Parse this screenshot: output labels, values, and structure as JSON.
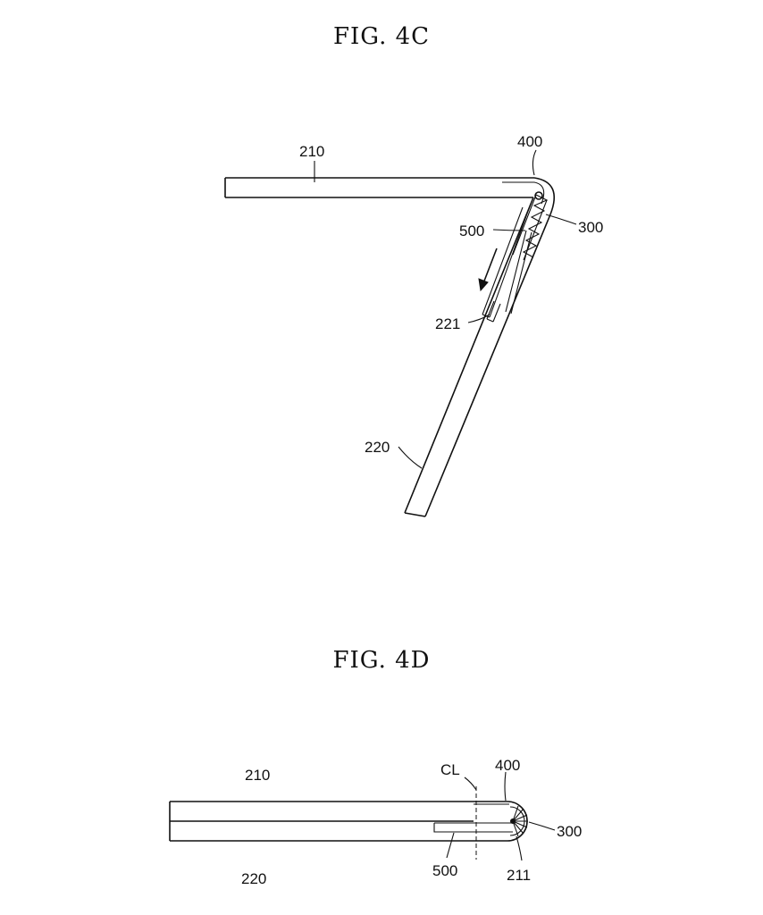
{
  "fig_4c": {
    "title": "FIG. 4C",
    "labels": {
      "l210": "210",
      "l400": "400",
      "l300": "300",
      "l500": "500",
      "l221": "221",
      "l220": "220"
    }
  },
  "fig_4d": {
    "title": "FIG. 4D",
    "labels": {
      "l210": "210",
      "lcl": "CL",
      "l400": "400",
      "l300": "300",
      "l220": "220",
      "l500": "500",
      "l211": "211"
    }
  }
}
